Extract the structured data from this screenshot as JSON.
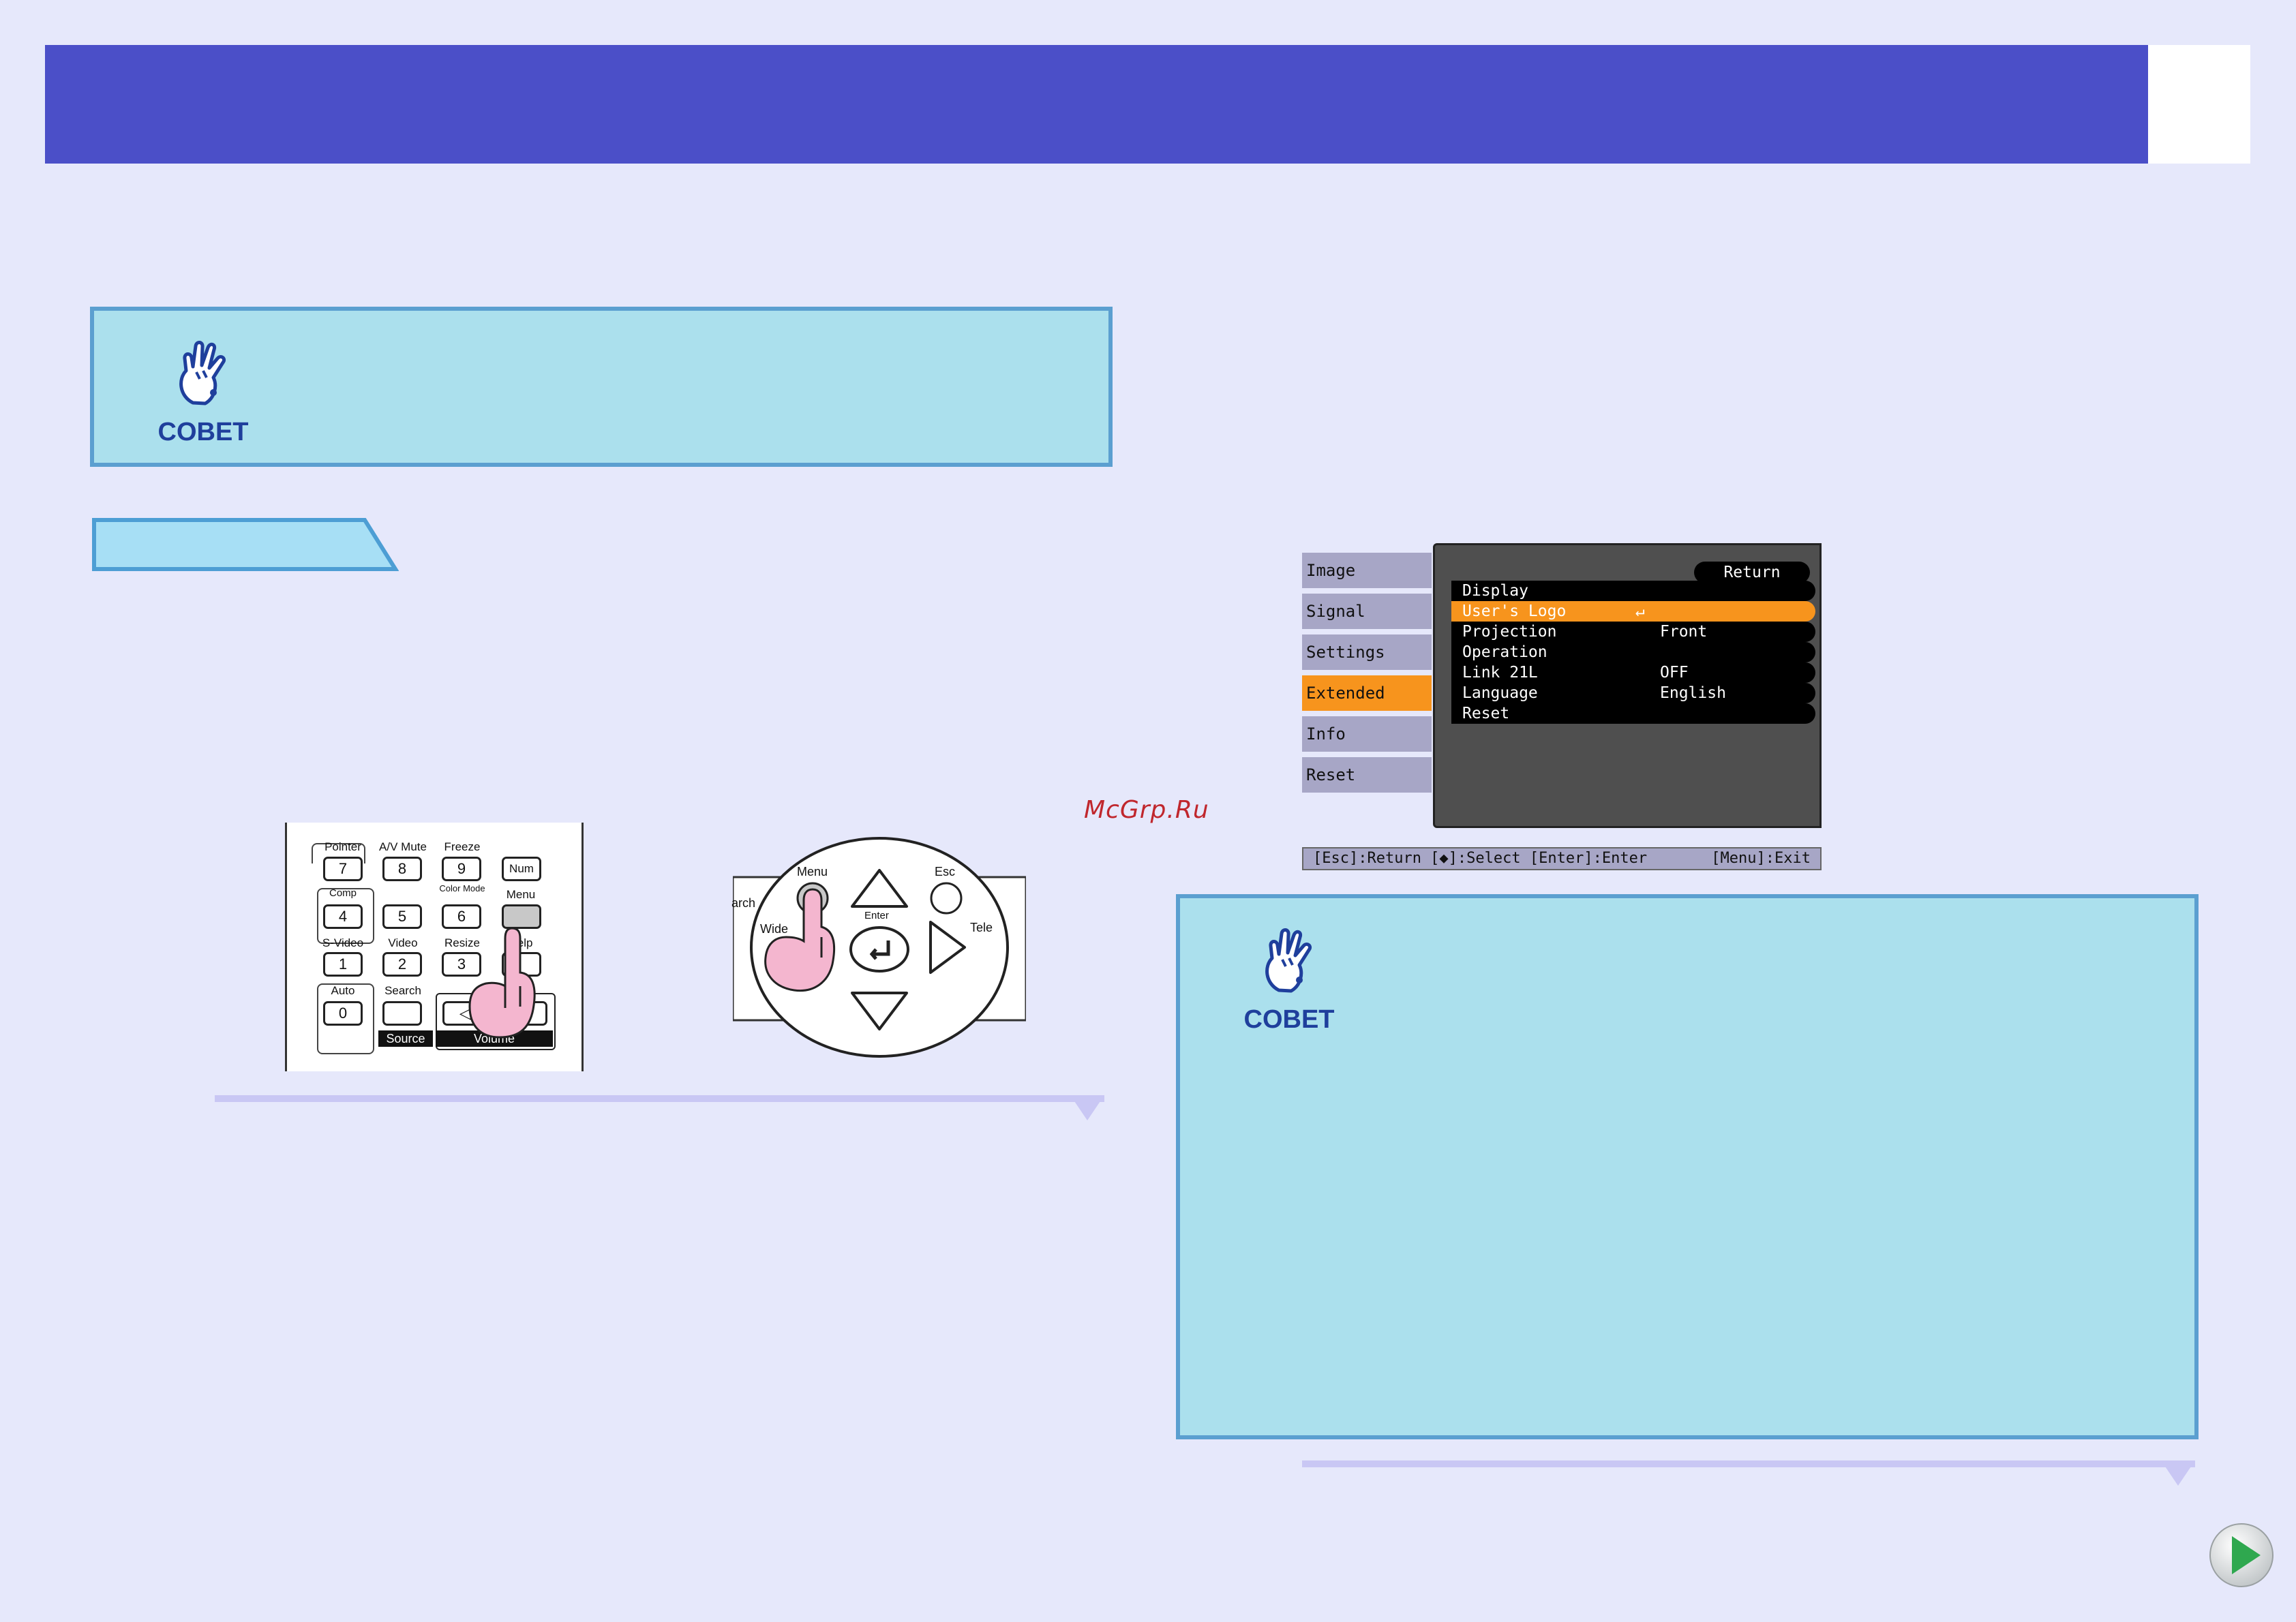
{
  "tip_label": "COBET",
  "watermark": "McGrp.Ru",
  "remote": {
    "row1_labels": [
      "Pointer",
      "A/V Mute",
      "Freeze",
      ""
    ],
    "row1_keys": [
      "7",
      "8",
      "9",
      "Num"
    ],
    "row2_labels": [
      "Comp",
      "",
      "Color Mode",
      "Menu"
    ],
    "row2_keys": [
      "4",
      "5",
      "6",
      ""
    ],
    "row3_labels": [
      "S-Video",
      "Video",
      "Resize",
      "Help"
    ],
    "row3_keys": [
      "1",
      "2",
      "3",
      ""
    ],
    "row4_labels": [
      "Auto",
      "Search"
    ],
    "row4_keys": [
      "0",
      ""
    ],
    "source_label": "Source",
    "volume_label": "Volume"
  },
  "panel": {
    "menu_label": "Menu",
    "esc_label": "Esc",
    "enter_label": "Enter",
    "wide_label": "Wide",
    "tele_label": "Tele",
    "search_label": "arch"
  },
  "projector_menu": {
    "tabs": [
      "Image",
      "Signal",
      "Settings",
      "Extended",
      "Info",
      "Reset"
    ],
    "active_tab": "Extended",
    "return_label": "Return",
    "rows": [
      {
        "label": "Display",
        "value": ""
      },
      {
        "label": "User's Logo",
        "value": "↵"
      },
      {
        "label": "Projection",
        "value": "Front"
      },
      {
        "label": "Operation",
        "value": ""
      },
      {
        "label": "Link 21L",
        "value": "OFF"
      },
      {
        "label": "Language",
        "value": "English"
      },
      {
        "label": "Reset",
        "value": ""
      }
    ],
    "selected_row": "User's Logo",
    "footer_left": "[Esc]:Return [◆]:Select [Enter]:Enter",
    "footer_right": "[Menu]:Exit"
  },
  "colors": {
    "header": "#4b4fc8",
    "tip_fill": "#abe0ed",
    "tip_border": "#5b9fd0",
    "menu_highlight": "#f7941d",
    "next_arrow": "#2fa84f"
  },
  "icons": {
    "tip": "pointing-hand-icon",
    "next": "next-page-arrow-icon"
  }
}
